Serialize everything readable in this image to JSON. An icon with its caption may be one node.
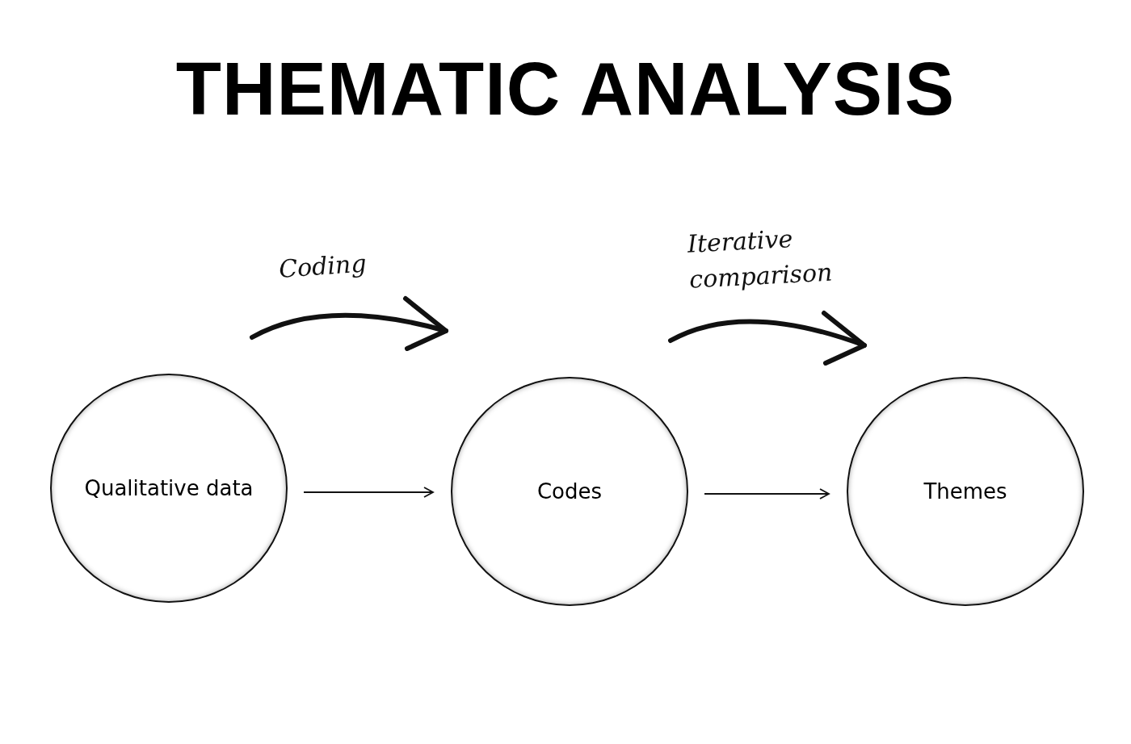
{
  "diagram": {
    "title": "THEMATIC ANALYSIS",
    "nodes": [
      {
        "text": [
          "Qualitative data"
        ]
      },
      {
        "text": [
          "Codes"
        ]
      },
      {
        "text": [
          "Themes"
        ]
      }
    ],
    "edges": [
      {
        "from": 0,
        "to": 1,
        "arrow": "to"
      },
      {
        "from": 1,
        "to": 2,
        "arrow": "to"
      }
    ],
    "labels": [
      "Coding",
      "Iterative comparison"
    ]
  }
}
